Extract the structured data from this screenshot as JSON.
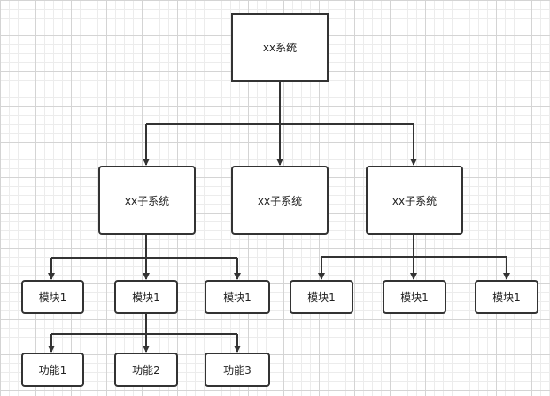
{
  "diagram": {
    "root": {
      "label": "xx系统"
    },
    "subsystems": [
      {
        "label": "xx子系统"
      },
      {
        "label": "xx子系统"
      },
      {
        "label": "xx子系统"
      }
    ],
    "left_modules": [
      {
        "label": "模块1"
      },
      {
        "label": "模块1"
      },
      {
        "label": "模块1"
      }
    ],
    "right_modules": [
      {
        "label": "模块1"
      },
      {
        "label": "模块1"
      },
      {
        "label": "模块1"
      }
    ],
    "functions": [
      {
        "label": "功能1"
      },
      {
        "label": "功能2"
      },
      {
        "label": "功能3"
      }
    ]
  }
}
